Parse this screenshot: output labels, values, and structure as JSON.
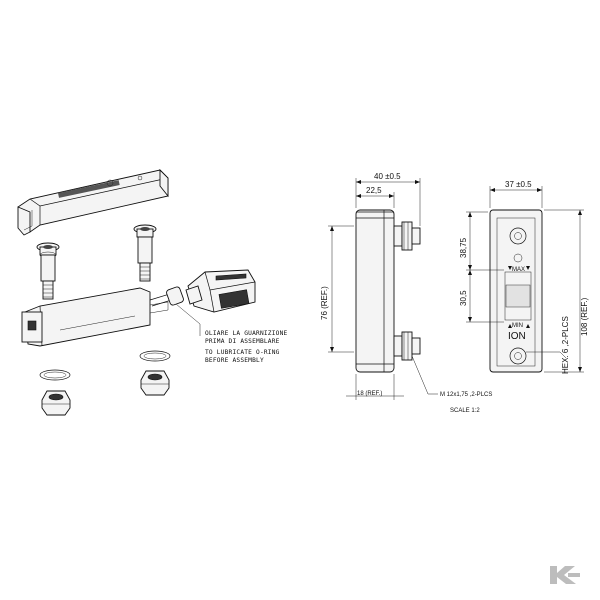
{
  "note": {
    "line1": "OLIARE LA GUARNIZIONE",
    "line2": "PRIMA DI ASSEMBLARE",
    "line3": "TO LUBRICATE O-RING",
    "line4": "BEFORE ASSEMBLY"
  },
  "side_view": {
    "width_total": "40 ±0.5",
    "width_body": "22,5",
    "height_ref": "76 (REF.)",
    "base_ref": "18 (REF.)",
    "thread": "M 12x1,75 ,2-PLCS"
  },
  "front_view": {
    "width": "37 ±0.5",
    "top_offset": "38,75",
    "window_height": "30,5",
    "height_ref": "108 (REF.)",
    "hex": "HEX. 6 ,2-PLCS",
    "label_max": "MAX",
    "label_min": "MIN",
    "brand": "ION"
  },
  "scale": "SCALE 1:2",
  "colors": {
    "line": "#111111",
    "brand_logo": "#bdbdbd"
  },
  "icons": [
    "logo-icon"
  ]
}
